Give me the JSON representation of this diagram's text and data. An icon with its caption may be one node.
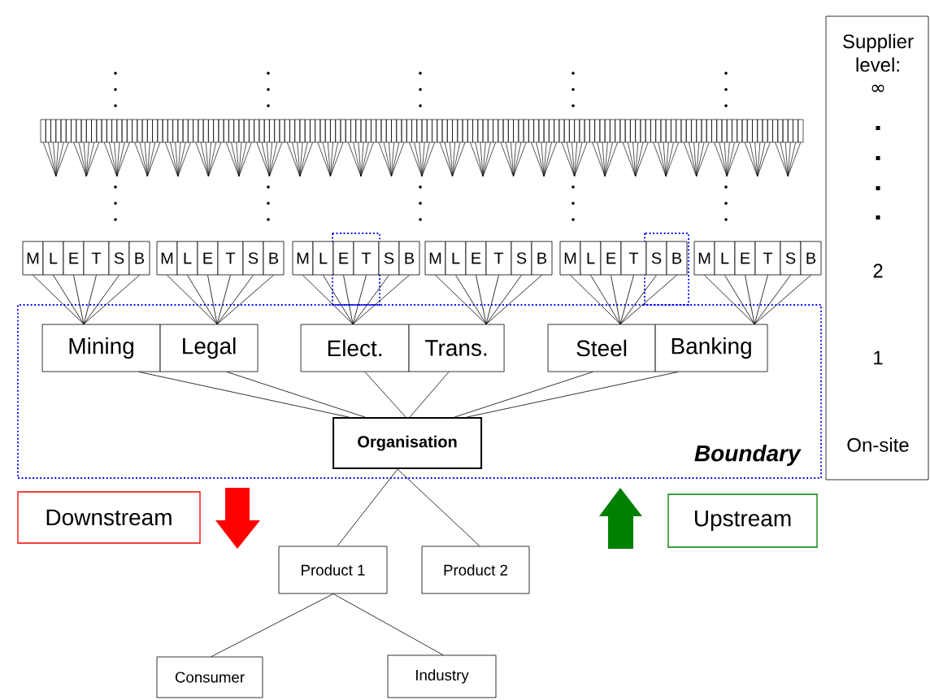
{
  "diagram": {
    "nodes": [
      {
        "text": [
          "Supplier level:",
          "∞",
          "2",
          "1",
          "On-site"
        ]
      },
      {
        "text": [
          "M"
        ]
      },
      {
        "text": [
          "L"
        ]
      },
      {
        "text": [
          "E"
        ]
      },
      {
        "text": [
          "T"
        ]
      },
      {
        "text": [
          "S"
        ]
      },
      {
        "text": [
          "B"
        ]
      },
      {
        "text": [
          "M"
        ]
      },
      {
        "text": [
          "L"
        ]
      },
      {
        "text": [
          "E"
        ]
      },
      {
        "text": [
          "T"
        ]
      },
      {
        "text": [
          "S"
        ]
      },
      {
        "text": [
          "B"
        ]
      },
      {
        "text": [
          "M"
        ]
      },
      {
        "text": [
          "L"
        ]
      },
      {
        "text": [
          "E"
        ]
      },
      {
        "text": [
          "T"
        ]
      },
      {
        "text": [
          "S"
        ]
      },
      {
        "text": [
          "B"
        ]
      },
      {
        "text": [
          "M"
        ]
      },
      {
        "text": [
          "L"
        ]
      },
      {
        "text": [
          "E"
        ]
      },
      {
        "text": [
          "T"
        ]
      },
      {
        "text": [
          "S"
        ]
      },
      {
        "text": [
          "B"
        ]
      },
      {
        "text": [
          "M"
        ]
      },
      {
        "text": [
          "L"
        ]
      },
      {
        "text": [
          "E"
        ]
      },
      {
        "text": [
          "T"
        ]
      },
      {
        "text": [
          "S"
        ]
      },
      {
        "text": [
          "B"
        ]
      },
      {
        "text": [
          "M"
        ]
      },
      {
        "text": [
          "L"
        ]
      },
      {
        "text": [
          "E"
        ]
      },
      {
        "text": [
          "T"
        ]
      },
      {
        "text": [
          "S"
        ]
      },
      {
        "text": [
          "B"
        ]
      },
      {
        "text": [
          "Boundary"
        ]
      },
      {
        "text": [
          "Mining"
        ],
        "in": 37
      },
      {
        "text": [
          "Legal"
        ],
        "in": 37
      },
      {
        "text": [
          "Elect."
        ],
        "in": 37
      },
      {
        "text": [
          "Trans."
        ],
        "in": 37
      },
      {
        "text": [
          "Steel"
        ],
        "in": 37
      },
      {
        "text": [
          "Banking"
        ],
        "in": 37
      },
      {
        "text": [
          "Organisation"
        ],
        "in": 37
      },
      {
        "text": [
          "Downstream"
        ]
      },
      {
        "text": [
          "Upstream"
        ]
      },
      {
        "text": [
          "Product 1"
        ]
      },
      {
        "text": [
          "Product 2"
        ]
      },
      {
        "text": [
          "Consumer"
        ]
      },
      {
        "text": [
          "Industry"
        ]
      }
    ],
    "edges": [
      {
        "from": 1,
        "to": 38,
        "arrow": "none"
      },
      {
        "from": 2,
        "to": 38,
        "arrow": "none"
      },
      {
        "from": 3,
        "to": 38,
        "arrow": "none"
      },
      {
        "from": 4,
        "to": 38,
        "arrow": "none"
      },
      {
        "from": 5,
        "to": 38,
        "arrow": "none"
      },
      {
        "from": 6,
        "to": 38,
        "arrow": "none"
      },
      {
        "from": 7,
        "to": 39,
        "arrow": "none"
      },
      {
        "from": 8,
        "to": 39,
        "arrow": "none"
      },
      {
        "from": 9,
        "to": 39,
        "arrow": "none"
      },
      {
        "from": 10,
        "to": 39,
        "arrow": "none"
      },
      {
        "from": 11,
        "to": 39,
        "arrow": "none"
      },
      {
        "from": 12,
        "to": 39,
        "arrow": "none"
      },
      {
        "from": 13,
        "to": 40,
        "arrow": "none"
      },
      {
        "from": 14,
        "to": 40,
        "arrow": "none"
      },
      {
        "from": 15,
        "to": 40,
        "arrow": "none"
      },
      {
        "from": 16,
        "to": 40,
        "arrow": "none"
      },
      {
        "from": 17,
        "to": 40,
        "arrow": "none"
      },
      {
        "from": 18,
        "to": 40,
        "arrow": "none"
      },
      {
        "from": 19,
        "to": 41,
        "arrow": "none"
      },
      {
        "from": 20,
        "to": 41,
        "arrow": "none"
      },
      {
        "from": 21,
        "to": 41,
        "arrow": "none"
      },
      {
        "from": 22,
        "to": 41,
        "arrow": "none"
      },
      {
        "from": 23,
        "to": 41,
        "arrow": "none"
      },
      {
        "from": 24,
        "to": 41,
        "arrow": "none"
      },
      {
        "from": 25,
        "to": 42,
        "arrow": "none"
      },
      {
        "from": 26,
        "to": 42,
        "arrow": "none"
      },
      {
        "from": 27,
        "to": 42,
        "arrow": "none"
      },
      {
        "from": 28,
        "to": 42,
        "arrow": "none"
      },
      {
        "from": 29,
        "to": 42,
        "arrow": "none"
      },
      {
        "from": 30,
        "to": 42,
        "arrow": "none"
      },
      {
        "from": 31,
        "to": 43,
        "arrow": "none"
      },
      {
        "from": 32,
        "to": 43,
        "arrow": "none"
      },
      {
        "from": 33,
        "to": 43,
        "arrow": "none"
      },
      {
        "from": 34,
        "to": 43,
        "arrow": "none"
      },
      {
        "from": 35,
        "to": 43,
        "arrow": "none"
      },
      {
        "from": 36,
        "to": 43,
        "arrow": "none"
      },
      {
        "from": 38,
        "to": 44,
        "arrow": "none"
      },
      {
        "from": 39,
        "to": 44,
        "arrow": "none"
      },
      {
        "from": 40,
        "to": 44,
        "arrow": "none"
      },
      {
        "from": 41,
        "to": 44,
        "arrow": "none"
      },
      {
        "from": 42,
        "to": 44,
        "arrow": "none"
      },
      {
        "from": 43,
        "to": 44,
        "arrow": "none"
      },
      {
        "from": 44,
        "to": 47,
        "arrow": "none"
      },
      {
        "from": 44,
        "to": 48,
        "arrow": "none"
      },
      {
        "from": 47,
        "to": 49,
        "arrow": "none"
      },
      {
        "from": 47,
        "to": 50,
        "arrow": "none"
      }
    ]
  }
}
